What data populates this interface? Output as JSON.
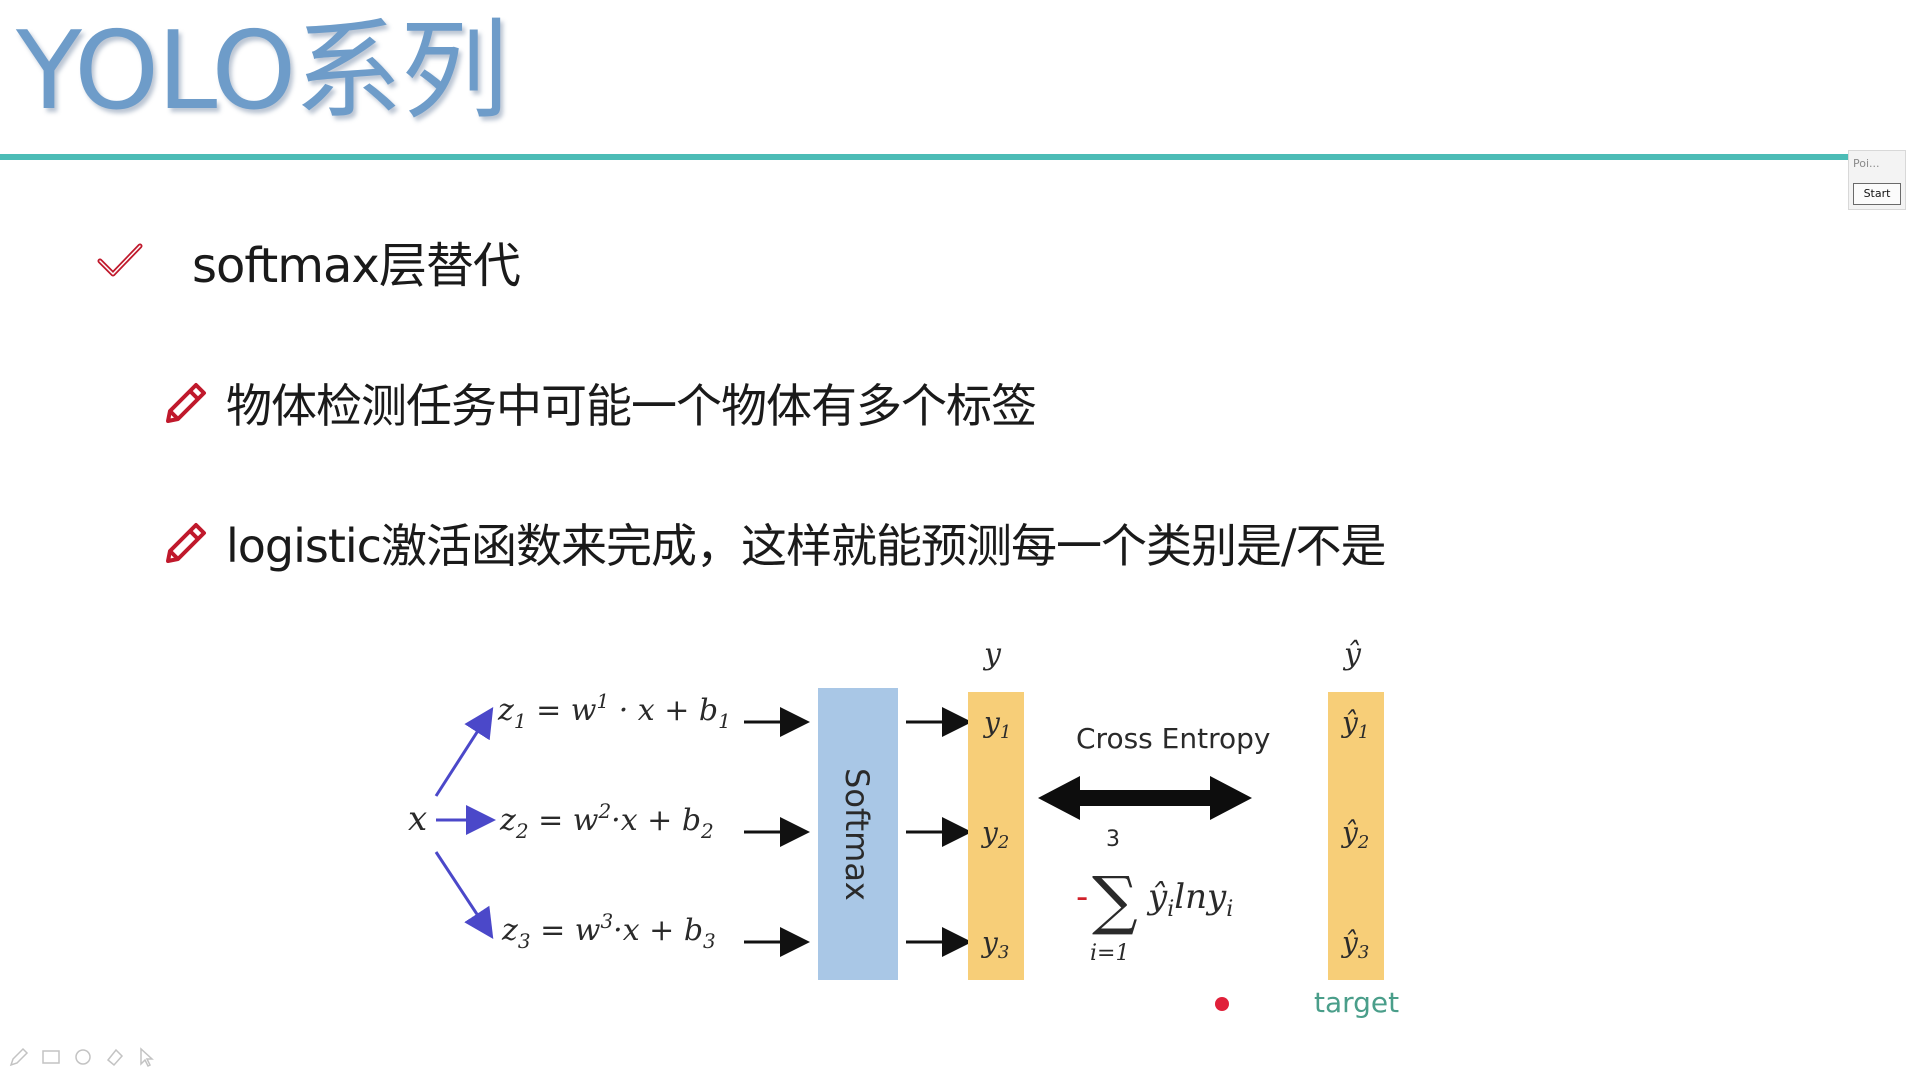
{
  "slide": {
    "title": "YOLO系列",
    "bullets": {
      "main": "softmax层替代",
      "sub1": "物体检测任务中可能一个物体有多个标签",
      "sub2": "logistic激活函数来完成，这样就能预测每一个类别是/不是"
    }
  },
  "presenter": {
    "hint": "Poi...",
    "start_label": "Start"
  },
  "diagram": {
    "x_label": "x",
    "equations": [
      {
        "z": "z",
        "sub": "1",
        "rhs_a": " = w",
        "sup": "1",
        "rhs_b": " · x + b",
        "bsub": "1"
      },
      {
        "z": "z",
        "sub": "2",
        "rhs_a": " = w",
        "sup": "2",
        "rhs_b": "·x + b",
        "bsub": "2"
      },
      {
        "z": "z",
        "sub": "3",
        "rhs_a": " = w",
        "sup": "3",
        "rhs_b": "·x + b",
        "bsub": "3"
      }
    ],
    "softmax_label": "Softmax",
    "y_header": "y",
    "y_items": [
      {
        "label": "y",
        "sub": "1"
      },
      {
        "label": "y",
        "sub": "2"
      },
      {
        "label": "y",
        "sub": "3"
      }
    ],
    "cross_entropy_label": "Cross Entropy",
    "formula": {
      "minus": "-",
      "upper": "3",
      "lower": "i=1",
      "sigma": "∑",
      "term_a": "ŷ",
      "term_sub": "i",
      "term_b": "lny",
      "term_sub2": "i"
    },
    "yhat_header": "ŷ",
    "yhat_items": [
      {
        "label": "ŷ",
        "sub": "1"
      },
      {
        "label": "ŷ",
        "sub": "2"
      },
      {
        "label": "ŷ",
        "sub": "3"
      }
    ],
    "target_label": "target"
  },
  "colors": {
    "title": "#6e9cc9",
    "rule": "#4cbcb6",
    "accent_red": "#c0192c",
    "softmax_fill": "#a9c7e6",
    "y_fill": "#f7ce78",
    "input_arrow": "#4b48c9",
    "target_text": "#4a9e8a"
  }
}
